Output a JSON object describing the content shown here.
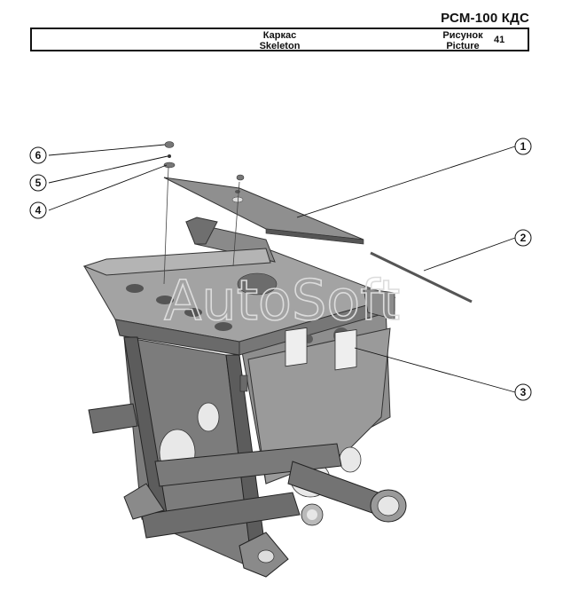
{
  "header": {
    "doc_code": "РСМ-100 КДС",
    "title_ru": "Каркас",
    "title_en": "Skeleton",
    "figure_label_ru": "Рисунок",
    "figure_label_en": "Picture",
    "figure_number": "41"
  },
  "callouts": [
    {
      "number": "1",
      "part": "cover-plate"
    },
    {
      "number": "2",
      "part": "rod"
    },
    {
      "number": "3",
      "part": "frame"
    },
    {
      "number": "4",
      "part": "washer"
    },
    {
      "number": "5",
      "part": "pin"
    },
    {
      "number": "6",
      "part": "knob"
    }
  ],
  "watermark": "AutoSoft",
  "colors": {
    "frame_fill": "#8b8b8b",
    "frame_shadow": "#5a5a5a",
    "frame_light": "#b0b0b0",
    "line": "#222222"
  }
}
